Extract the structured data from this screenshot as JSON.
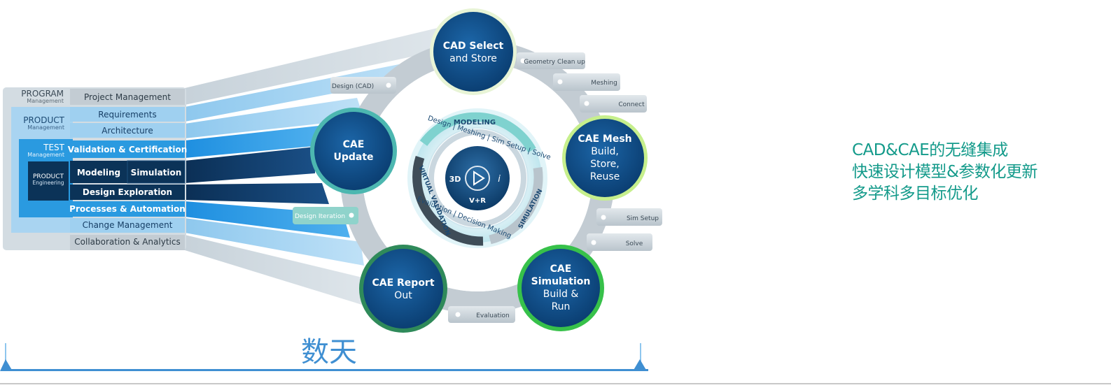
{
  "left_table": {
    "groups": [
      {
        "title": "PROGRAM",
        "sub": "Management"
      },
      {
        "title": "PRODUCT",
        "sub": "Management"
      },
      {
        "title": "TEST",
        "sub": "Management"
      },
      {
        "title": "PRODUCT",
        "sub": "Engineering"
      }
    ],
    "rows": [
      {
        "label": "Project Management"
      },
      {
        "label": "Requirements"
      },
      {
        "label": "Architecture"
      },
      {
        "label": "Validation & Certification"
      },
      {
        "label": "Modeling",
        "label2": "Simulation"
      },
      {
        "label": "Design Exploration"
      },
      {
        "label": "Processes & Automation"
      },
      {
        "label": "Change Management"
      },
      {
        "label": "Collaboration & Analytics"
      }
    ]
  },
  "cycle": {
    "nodes": [
      {
        "line1": "CAD Select",
        "line2": "and Store"
      },
      {
        "line1": "CAE Mesh",
        "line2": "Build,",
        "line3": "Store,",
        "line4": "Reuse"
      },
      {
        "line1": "CAE",
        "line2": "Simulation",
        "line3": "Build &",
        "line4": "Run"
      },
      {
        "line1": "CAE Report",
        "line2": "Out"
      },
      {
        "line1": "CAE",
        "line2": "Update"
      }
    ],
    "tags": [
      {
        "label": "Design (CAD)"
      },
      {
        "label": "Geometry Clean up"
      },
      {
        "label": "Meshing"
      },
      {
        "label": "Connect"
      },
      {
        "label": "Sim Setup"
      },
      {
        "label": "Solve"
      },
      {
        "label": "Evaluation"
      },
      {
        "label": "Design Iteration"
      }
    ],
    "center": {
      "modeling": "MODELING",
      "simulation": "SIMULATION",
      "virtual_validation": "VIRTUAL VALIDATION",
      "inner_top": "Design | Meshing | Sim Setup | Solve",
      "inner_bottom": "Evaluation | Decision Making",
      "logo_3d": "3D",
      "logo_vr": "V+R",
      "logo_i": "i"
    }
  },
  "timeline": {
    "label": "数天"
  },
  "notes": [
    "CAD&CAE的无缝集成",
    "快速设计模型&参数化更新",
    "多学科多目标优化"
  ],
  "colors": {
    "node_blue": "#0e4a82",
    "teal_accent": "#139a8a",
    "green_ring": "#37c14a",
    "light_blue": "#9fd0f0",
    "mid_blue": "#2a9ae0",
    "dark_navy": "#0b3358"
  }
}
